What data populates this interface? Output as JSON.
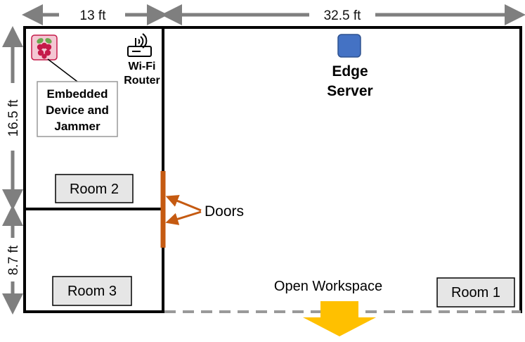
{
  "dimensions": {
    "top_left_width": "13 ft",
    "top_right_width": "32.5 ft",
    "left_upper_height": "16.5 ft",
    "left_lower_height": "8.7 ft"
  },
  "labels": {
    "embedded_device": [
      "Embedded",
      "Device and",
      "Jammer"
    ],
    "router": [
      "Wi-Fi",
      "Router"
    ],
    "edge_server": [
      "Edge",
      "Server"
    ],
    "doors": "Doors",
    "open_workspace": "Open Workspace"
  },
  "rooms": {
    "room1": "Room 1",
    "room2": "Room 2",
    "room3": "Room 3"
  },
  "colors": {
    "arrow_gray": "#7f7f7f",
    "door_orange": "#c55a11",
    "server_blue": "#4472c4",
    "exit_arrow_yellow": "#ffc000",
    "pi_red": "#c51a4a",
    "pi_bg_pink": "#f4c7d3"
  },
  "icons": {
    "device": "raspberry-pi-icon",
    "router": "wifi-router-icon",
    "server": "server-square-icon",
    "exit": "exit-arrow-icon"
  }
}
